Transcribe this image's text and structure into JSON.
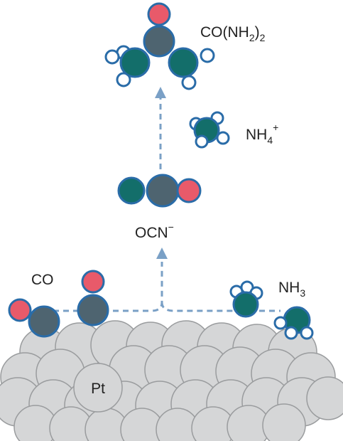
{
  "labels": {
    "urea_main": "CO(NH",
    "urea_sub": "2",
    "urea_close": ")",
    "urea_sub2": "2",
    "ammonium_main": "NH",
    "ammonium_sub": "4",
    "ammonium_sup": "+",
    "cyanate_main": "OCN",
    "cyanate_sup": "−",
    "co": "CO",
    "ammonia_main": "NH",
    "ammonia_sub": "3",
    "surface": "Pt"
  },
  "colors": {
    "oxygen": "#e85a6a",
    "carbon": "#4e6470",
    "nitrogen": "#136e6a",
    "hydrogen": "#ffffff",
    "bond_outline": "#2a6ca8",
    "arrow": "#7aa0c6",
    "platinum_fill": "#d5d6d7",
    "platinum_stroke": "#9a9c9e"
  }
}
